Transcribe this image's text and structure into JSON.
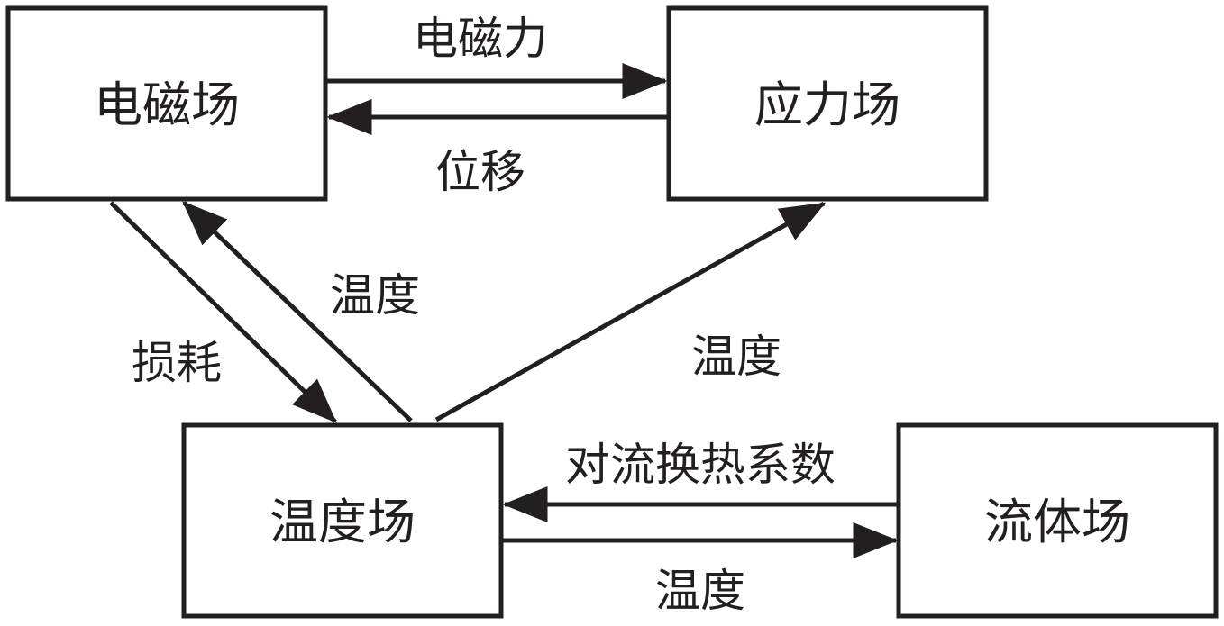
{
  "nodes": {
    "electromagnetic": "电磁场",
    "stress": "应力场",
    "temperature": "温度场",
    "fluid": "流体场"
  },
  "edges": {
    "em_to_stress": "电磁力",
    "stress_to_em": "位移",
    "em_to_temp": "损耗",
    "temp_to_em": "温度",
    "temp_to_stress": "温度",
    "fluid_to_temp": "对流换热系数",
    "temp_to_fluid": "温度"
  },
  "colors": {
    "stroke": "#231f20",
    "background": "#ffffff"
  }
}
